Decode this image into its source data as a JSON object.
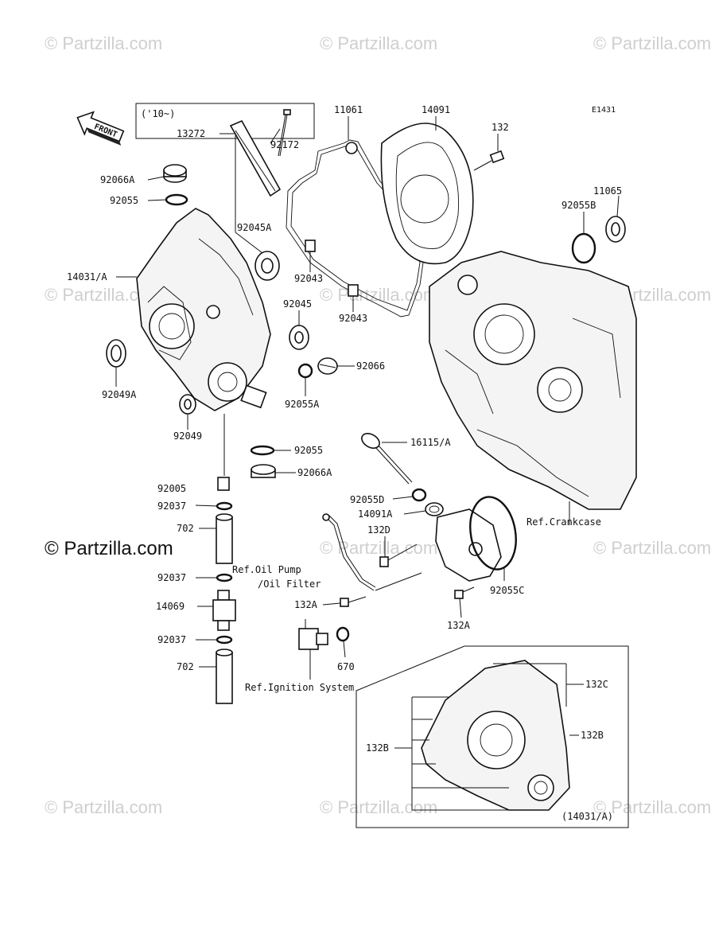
{
  "diagram_code": "E1431",
  "watermark": "© Partzilla.com",
  "year_note": "('10~)",
  "front_label": "FRONT",
  "parts": {
    "p13272": "13272",
    "p92172": "92172",
    "p11061": "11061",
    "p14091": "14091",
    "p132": "132",
    "p11065": "11065",
    "p92055B": "92055B",
    "p92066A_top": "92066A",
    "p92055_top": "92055",
    "p92045A": "92045A",
    "p14031A": "14031/A",
    "p92043_a": "92043",
    "p92043_b": "92043",
    "p92045": "92045",
    "p92066": "92066",
    "p92049A": "92049A",
    "p92055A": "92055A",
    "p92049": "92049",
    "p16115A": "16115/A",
    "p92055_mid": "92055",
    "p92066A_mid": "92066A",
    "p92005": "92005",
    "p92055D": "92055D",
    "p92037_a": "92037",
    "p14091A": "14091A",
    "p702_a": "702",
    "p132D": "132D",
    "p92037_b": "92037",
    "p92055C": "92055C",
    "p132A_a": "132A",
    "p14069": "14069",
    "p132A_b": "132A",
    "p92037_c": "92037",
    "p670": "670",
    "p702_b": "702",
    "p132C": "132C",
    "p132B_r": "132B",
    "p132B_l": "132B",
    "p14031A_inset": "(14031/A)"
  },
  "refs": {
    "crankcase": "Ref.Crankcase",
    "oil_pump_1": "Ref.Oil Pump",
    "oil_pump_2": "/Oil Filter",
    "ignition": "Ref.Ignition System"
  }
}
